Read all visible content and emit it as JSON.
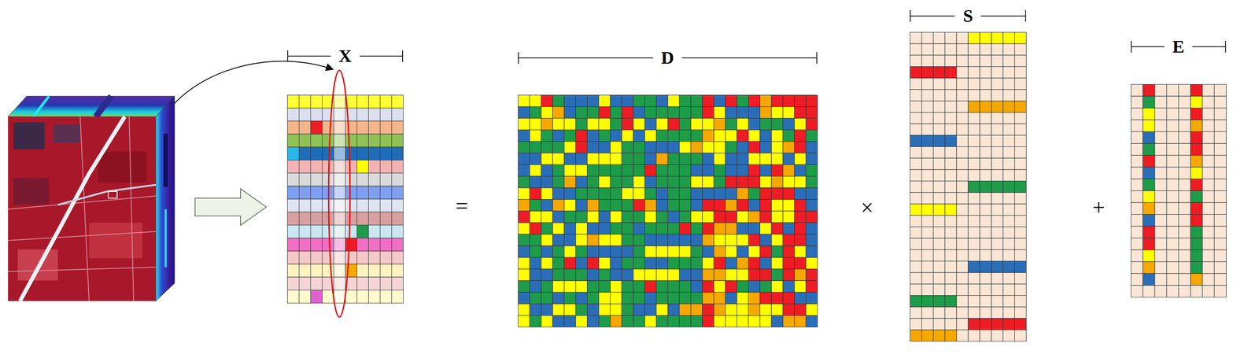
{
  "diagram": {
    "nodes": [
      {
        "text": [
          "X"
        ]
      },
      {
        "text": [
          "D"
        ]
      },
      {
        "text": [
          "S"
        ]
      },
      {
        "text": [
          "E"
        ]
      }
    ],
    "labels": [
      "=",
      "×",
      "+"
    ]
  }
}
